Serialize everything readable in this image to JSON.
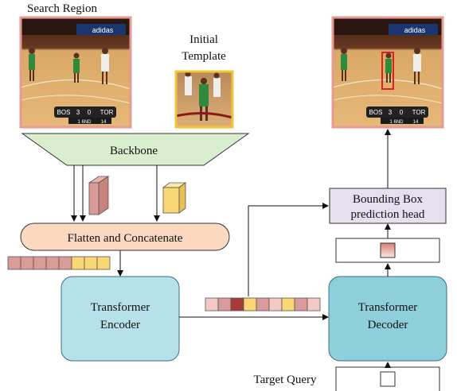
{
  "labels": {
    "search_region": "Search Region",
    "initial_template_line1": "Initial",
    "initial_template_line2": "Template",
    "backbone": "Backbone",
    "flatten_concat": "Flatten and Concatenate",
    "encoder_line1": "Transformer",
    "encoder_line2": "Encoder",
    "decoder_line1": "Transformer",
    "decoder_line2": "Decoder",
    "bbox_head_line1": "Bounding Box",
    "bbox_head_line2": "prediction head",
    "target_query": "Target Query"
  },
  "frame_overlay": {
    "brand_text": "adidas",
    "score_team_left": "BOS",
    "score_left": "3",
    "score_right": "0",
    "score_team_right": "TOR",
    "clock": "1 6ND",
    "shot_clock": "14"
  },
  "colors": {
    "search_border": "#e79a92",
    "template_border": "#f3c43a",
    "backbone_fill": "#d9edcf",
    "flatten_fill": "#fbd9c0",
    "encoder_fill": "#b6e0ea",
    "decoder_fill": "#8fcfdb",
    "head_fill": "#e6e0ee",
    "token_search": "#d99a98",
    "token_template": "#f8d774",
    "token_dark": "#a93a3a",
    "token_light": "#f3c9c4",
    "token_yellow": "#f8d774",
    "query_box": "#ffffff",
    "bbox_color": "#e02020"
  },
  "flatten_tokens": [
    "search",
    "search",
    "search",
    "search",
    "search",
    "template",
    "template",
    "template"
  ],
  "encoder_tokens": [
    "light",
    "search",
    "dark",
    "yellow",
    "search",
    "light",
    "yellow",
    "search",
    "light"
  ]
}
